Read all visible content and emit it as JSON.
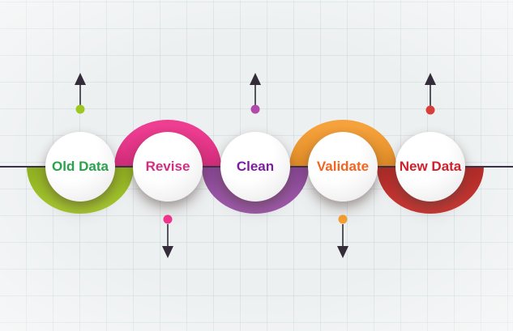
{
  "colors": {
    "background": "#edf0f1",
    "grid_line": "#bacfd3",
    "timeline": "#3a3248",
    "arrow_stem": "#55555e",
    "arrow_head": "#342c38",
    "circle_fill": "#ffffff"
  },
  "steps": [
    {
      "label": "Old Data",
      "band_color": "#a6c92e",
      "band_color_dark": "#8fae21",
      "text_color": "#2aa14c",
      "dot_color": "#9dc822",
      "arc_position": "below",
      "marker_direction": "up"
    },
    {
      "label": "Revise",
      "band_color": "#ee3e92",
      "band_color_dark": "#d62d7d",
      "text_color": "#d02f82",
      "dot_color": "#f2368e",
      "arc_position": "above",
      "marker_direction": "down"
    },
    {
      "label": "Clean",
      "band_color": "#9f5aab",
      "band_color_dark": "#884795",
      "text_color": "#7b1fa2",
      "dot_color": "#b04aab",
      "arc_position": "below",
      "marker_direction": "up"
    },
    {
      "label": "Validate",
      "band_color": "#f5a23c",
      "band_color_dark": "#e08c27",
      "text_color": "#f26420",
      "dot_color": "#f6a030",
      "arc_position": "above",
      "marker_direction": "down"
    },
    {
      "label": "New Data",
      "band_color": "#c93733",
      "band_color_dark": "#b02b28",
      "text_color": "#d0202a",
      "dot_color": "#d74039",
      "arc_position": "below",
      "marker_direction": "up"
    }
  ]
}
